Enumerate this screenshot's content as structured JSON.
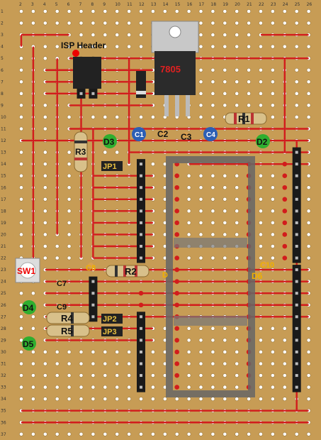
{
  "board": {
    "background": "#c79c55",
    "hole_color": "#ffffff",
    "trace_color": "#d21c1c",
    "columns": [
      "2",
      "3",
      "4",
      "5",
      "6",
      "7",
      "8",
      "9",
      "10",
      "11",
      "12",
      "13",
      "14",
      "15",
      "16",
      "17",
      "18",
      "19",
      "20",
      "21",
      "22",
      "23",
      "24",
      "25",
      "26"
    ],
    "rows": [
      "1",
      "2",
      "3",
      "4",
      "5",
      "6",
      "7",
      "8",
      "9",
      "10",
      "11",
      "12",
      "13",
      "14",
      "15",
      "16",
      "17",
      "18",
      "19",
      "20",
      "21",
      "22",
      "23",
      "24",
      "25",
      "26",
      "27",
      "28",
      "29",
      "30",
      "31",
      "32",
      "33",
      "34",
      "35",
      "36",
      "37"
    ]
  },
  "components": {
    "isp_header": "ISP Header",
    "regulator": "7805",
    "r1": "R1",
    "r2": "R2",
    "r3": "R3",
    "r4": "R4",
    "r5": "R5",
    "d1": "D1",
    "d2": "D2",
    "d3": "D3",
    "d4": "D4",
    "d5": "D5",
    "d6": "D6",
    "c1": "C1",
    "c2": "C2",
    "c3": "C3",
    "c4": "C4",
    "c7": "C7",
    "c8": "C8",
    "c9": "C9",
    "c10": "C10",
    "sw1": "SW1",
    "jp1": "JP1",
    "jp2": "JP2",
    "jp3": "JP3"
  }
}
